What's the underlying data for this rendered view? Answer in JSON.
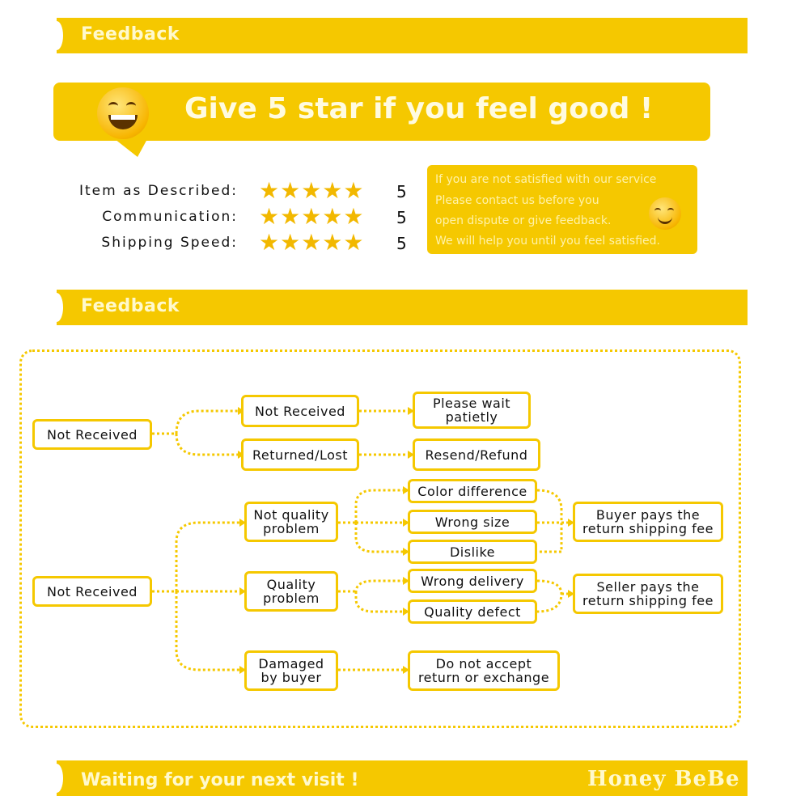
{
  "header1": {
    "title": "Feedback"
  },
  "promo": {
    "headline": "Give 5 star if you feel good !"
  },
  "ratings": [
    {
      "label": "Item as Described:",
      "stars": 5,
      "value": "5"
    },
    {
      "label": "Communication:",
      "stars": 5,
      "value": "5"
    },
    {
      "label": "Shipping Speed:",
      "stars": 5,
      "value": "5"
    }
  ],
  "notice": {
    "lines": [
      "If you are not satisfied with our service",
      "Please contact us before you",
      "open dispute or give feedback.",
      "We will help you until you feel satisfied."
    ]
  },
  "header2": {
    "title": "Feedback"
  },
  "flow": {
    "top": {
      "root": "Not Received",
      "mid": [
        "Not Received",
        "Returned/Lost"
      ],
      "end": [
        "Please wait\npatietly",
        "Resend/Refund"
      ]
    },
    "bottom": {
      "root": "Not Received",
      "mid": [
        "Not quality\nproblem",
        "Quality\nproblem",
        "Damaged\nby buyer"
      ],
      "reasons": [
        "Color difference",
        "Wrong size",
        "Dislike",
        "Wrong delivery",
        "Quality defect"
      ],
      "outcomes": [
        "Buyer pays the\nreturn shipping fee",
        "Seller pays the\nreturn shipping fee",
        "Do not accept\nreturn or exchange"
      ]
    }
  },
  "footer": {
    "message": "Waiting for your next visit !",
    "brand": "Honey BeBe"
  },
  "colors": {
    "accent": "#f5c800",
    "text": "#111111"
  }
}
